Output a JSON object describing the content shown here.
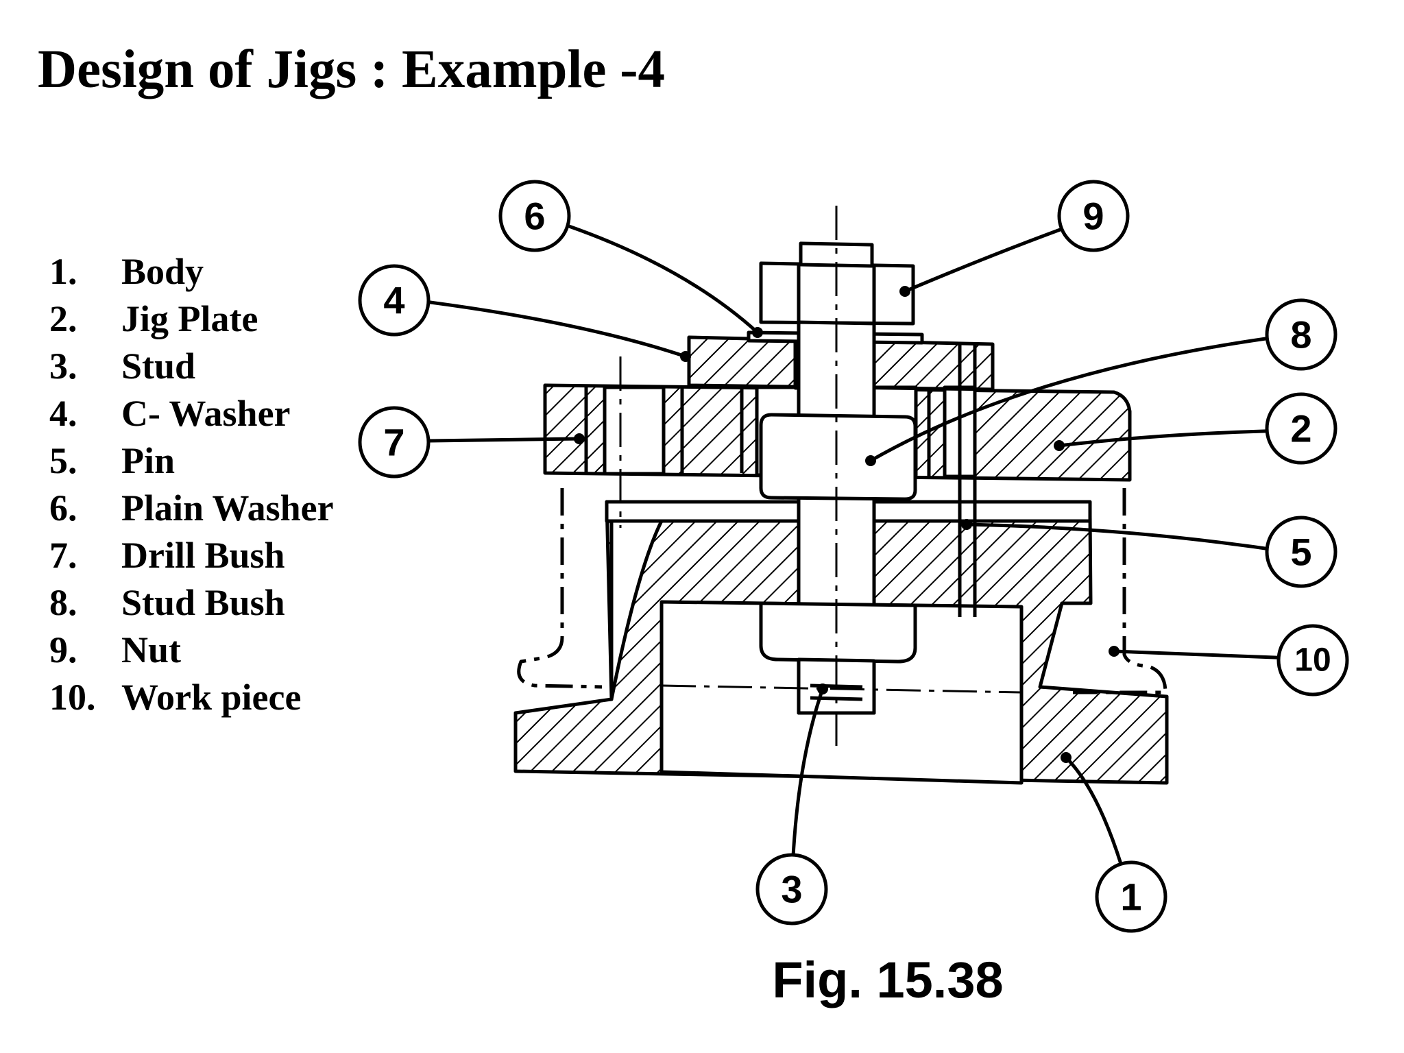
{
  "title": "Design of Jigs : Example -4",
  "parts": [
    {
      "num": "1.",
      "name": "Body"
    },
    {
      "num": "2.",
      "name": "Jig Plate"
    },
    {
      "num": "3.",
      "name": "Stud"
    },
    {
      "num": "4.",
      "name": "C- Washer"
    },
    {
      "num": "5.",
      "name": "Pin"
    },
    {
      "num": "6.",
      "name": "Plain Washer"
    },
    {
      "num": "7.",
      "name": "Drill Bush"
    },
    {
      "num": "8.",
      "name": "Stud Bush"
    },
    {
      "num": "9.",
      "name": "Nut"
    },
    {
      "num": "10.",
      "name": "Work piece"
    }
  ],
  "figure": {
    "caption": "Fig. 15.38",
    "callouts": [
      "1",
      "2",
      "3",
      "4",
      "5",
      "6",
      "7",
      "8",
      "9",
      "10"
    ]
  }
}
